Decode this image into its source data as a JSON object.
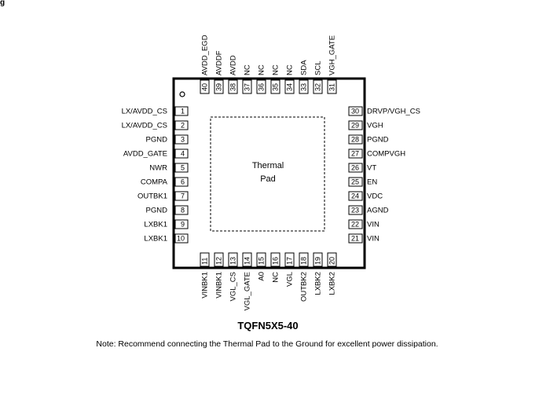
{
  "heading_fragment": "g",
  "package_name": "TQFN5X5-40",
  "thermal_pad_label": [
    "Thermal",
    "Pad"
  ],
  "note": "Note: Recommend connecting the Thermal Pad to the Ground for excellent power dissipation.",
  "pins": {
    "left": [
      {
        "num": "1",
        "name": "LX/AVDD_CS"
      },
      {
        "num": "2",
        "name": "LX/AVDD_CS"
      },
      {
        "num": "3",
        "name": "PGND"
      },
      {
        "num": "4",
        "name": "AVDD_GATE"
      },
      {
        "num": "5",
        "name": "NWR"
      },
      {
        "num": "6",
        "name": "COMPA"
      },
      {
        "num": "7",
        "name": "OUTBK1"
      },
      {
        "num": "8",
        "name": "PGND"
      },
      {
        "num": "9",
        "name": "LXBK1"
      },
      {
        "num": "10",
        "name": "LXBK1"
      }
    ],
    "bottom": [
      {
        "num": "11",
        "name": "VINBK1"
      },
      {
        "num": "12",
        "name": "VINBK1"
      },
      {
        "num": "13",
        "name": "VGL_CS"
      },
      {
        "num": "14",
        "name": "VGL_GATE"
      },
      {
        "num": "15",
        "name": "A0"
      },
      {
        "num": "16",
        "name": "NC"
      },
      {
        "num": "17",
        "name": "VGL"
      },
      {
        "num": "18",
        "name": "OUTBK2"
      },
      {
        "num": "19",
        "name": "LXBK2"
      },
      {
        "num": "20",
        "name": "LXBK2"
      }
    ],
    "right": [
      {
        "num": "30",
        "name": "DRVP/VGH_CS"
      },
      {
        "num": "29",
        "name": "VGH"
      },
      {
        "num": "28",
        "name": "PGND"
      },
      {
        "num": "27",
        "name": "COMPVGH"
      },
      {
        "num": "26",
        "name": "VT"
      },
      {
        "num": "25",
        "name": "EN"
      },
      {
        "num": "24",
        "name": "VDC"
      },
      {
        "num": "23",
        "name": "AGND"
      },
      {
        "num": "22",
        "name": "VIN"
      },
      {
        "num": "21",
        "name": "VIN"
      }
    ],
    "top": [
      {
        "num": "40",
        "name": "AVDD_EGD"
      },
      {
        "num": "39",
        "name": "AVDDF"
      },
      {
        "num": "38",
        "name": "AVDD"
      },
      {
        "num": "37",
        "name": "NC"
      },
      {
        "num": "36",
        "name": "NC"
      },
      {
        "num": "35",
        "name": "NC"
      },
      {
        "num": "34",
        "name": "NC"
      },
      {
        "num": "33",
        "name": "SDA"
      },
      {
        "num": "32",
        "name": "SCL"
      },
      {
        "num": "31",
        "name": "VGH_GATE"
      }
    ]
  }
}
